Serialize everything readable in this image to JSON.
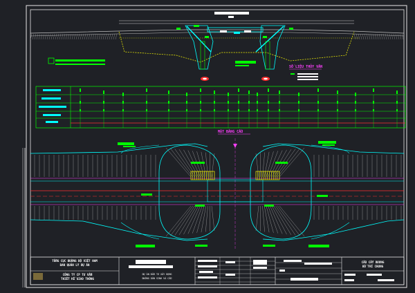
{
  "colors": {
    "background": "#1f2126",
    "frame": "#e8e8e8",
    "bridge": "#00ffff",
    "dim": "#ffffff",
    "annotation": "#00ff00",
    "section_title": "#ff40ff",
    "centerline": "#ff3030",
    "bearing": "#ffff00",
    "structure": "#00e6a0"
  },
  "labels": {
    "plan_title": "MẶT BẰNG CẦU",
    "geology_title": "SỐ LIỆU THỦY VĂN"
  },
  "title_block": {
    "agency_line1": "TỔNG CỤC ĐƯỜNG BỘ VIỆT NAM",
    "agency_line2": "BAN QUẢN LÝ DỰ ÁN",
    "design_line1": "CÔNG TY CP TƯ VẤN",
    "design_line2": "THIẾT KẾ GIAO THÔNG",
    "project_line1": "DỰ ÁN ĐẦU TƯ XÂY DỰNG",
    "project_line2": "ĐƯỜNG DÂN SINH VÀ CẦU",
    "sheet_title_line1": "CẦU CẤY DƯƠNG",
    "sheet_title_line2": "BỐ TRÍ CHUNG"
  },
  "icons": {
    "pier_symbol": "red-oval-marker",
    "north_arrow": "arrow-down-icon"
  }
}
